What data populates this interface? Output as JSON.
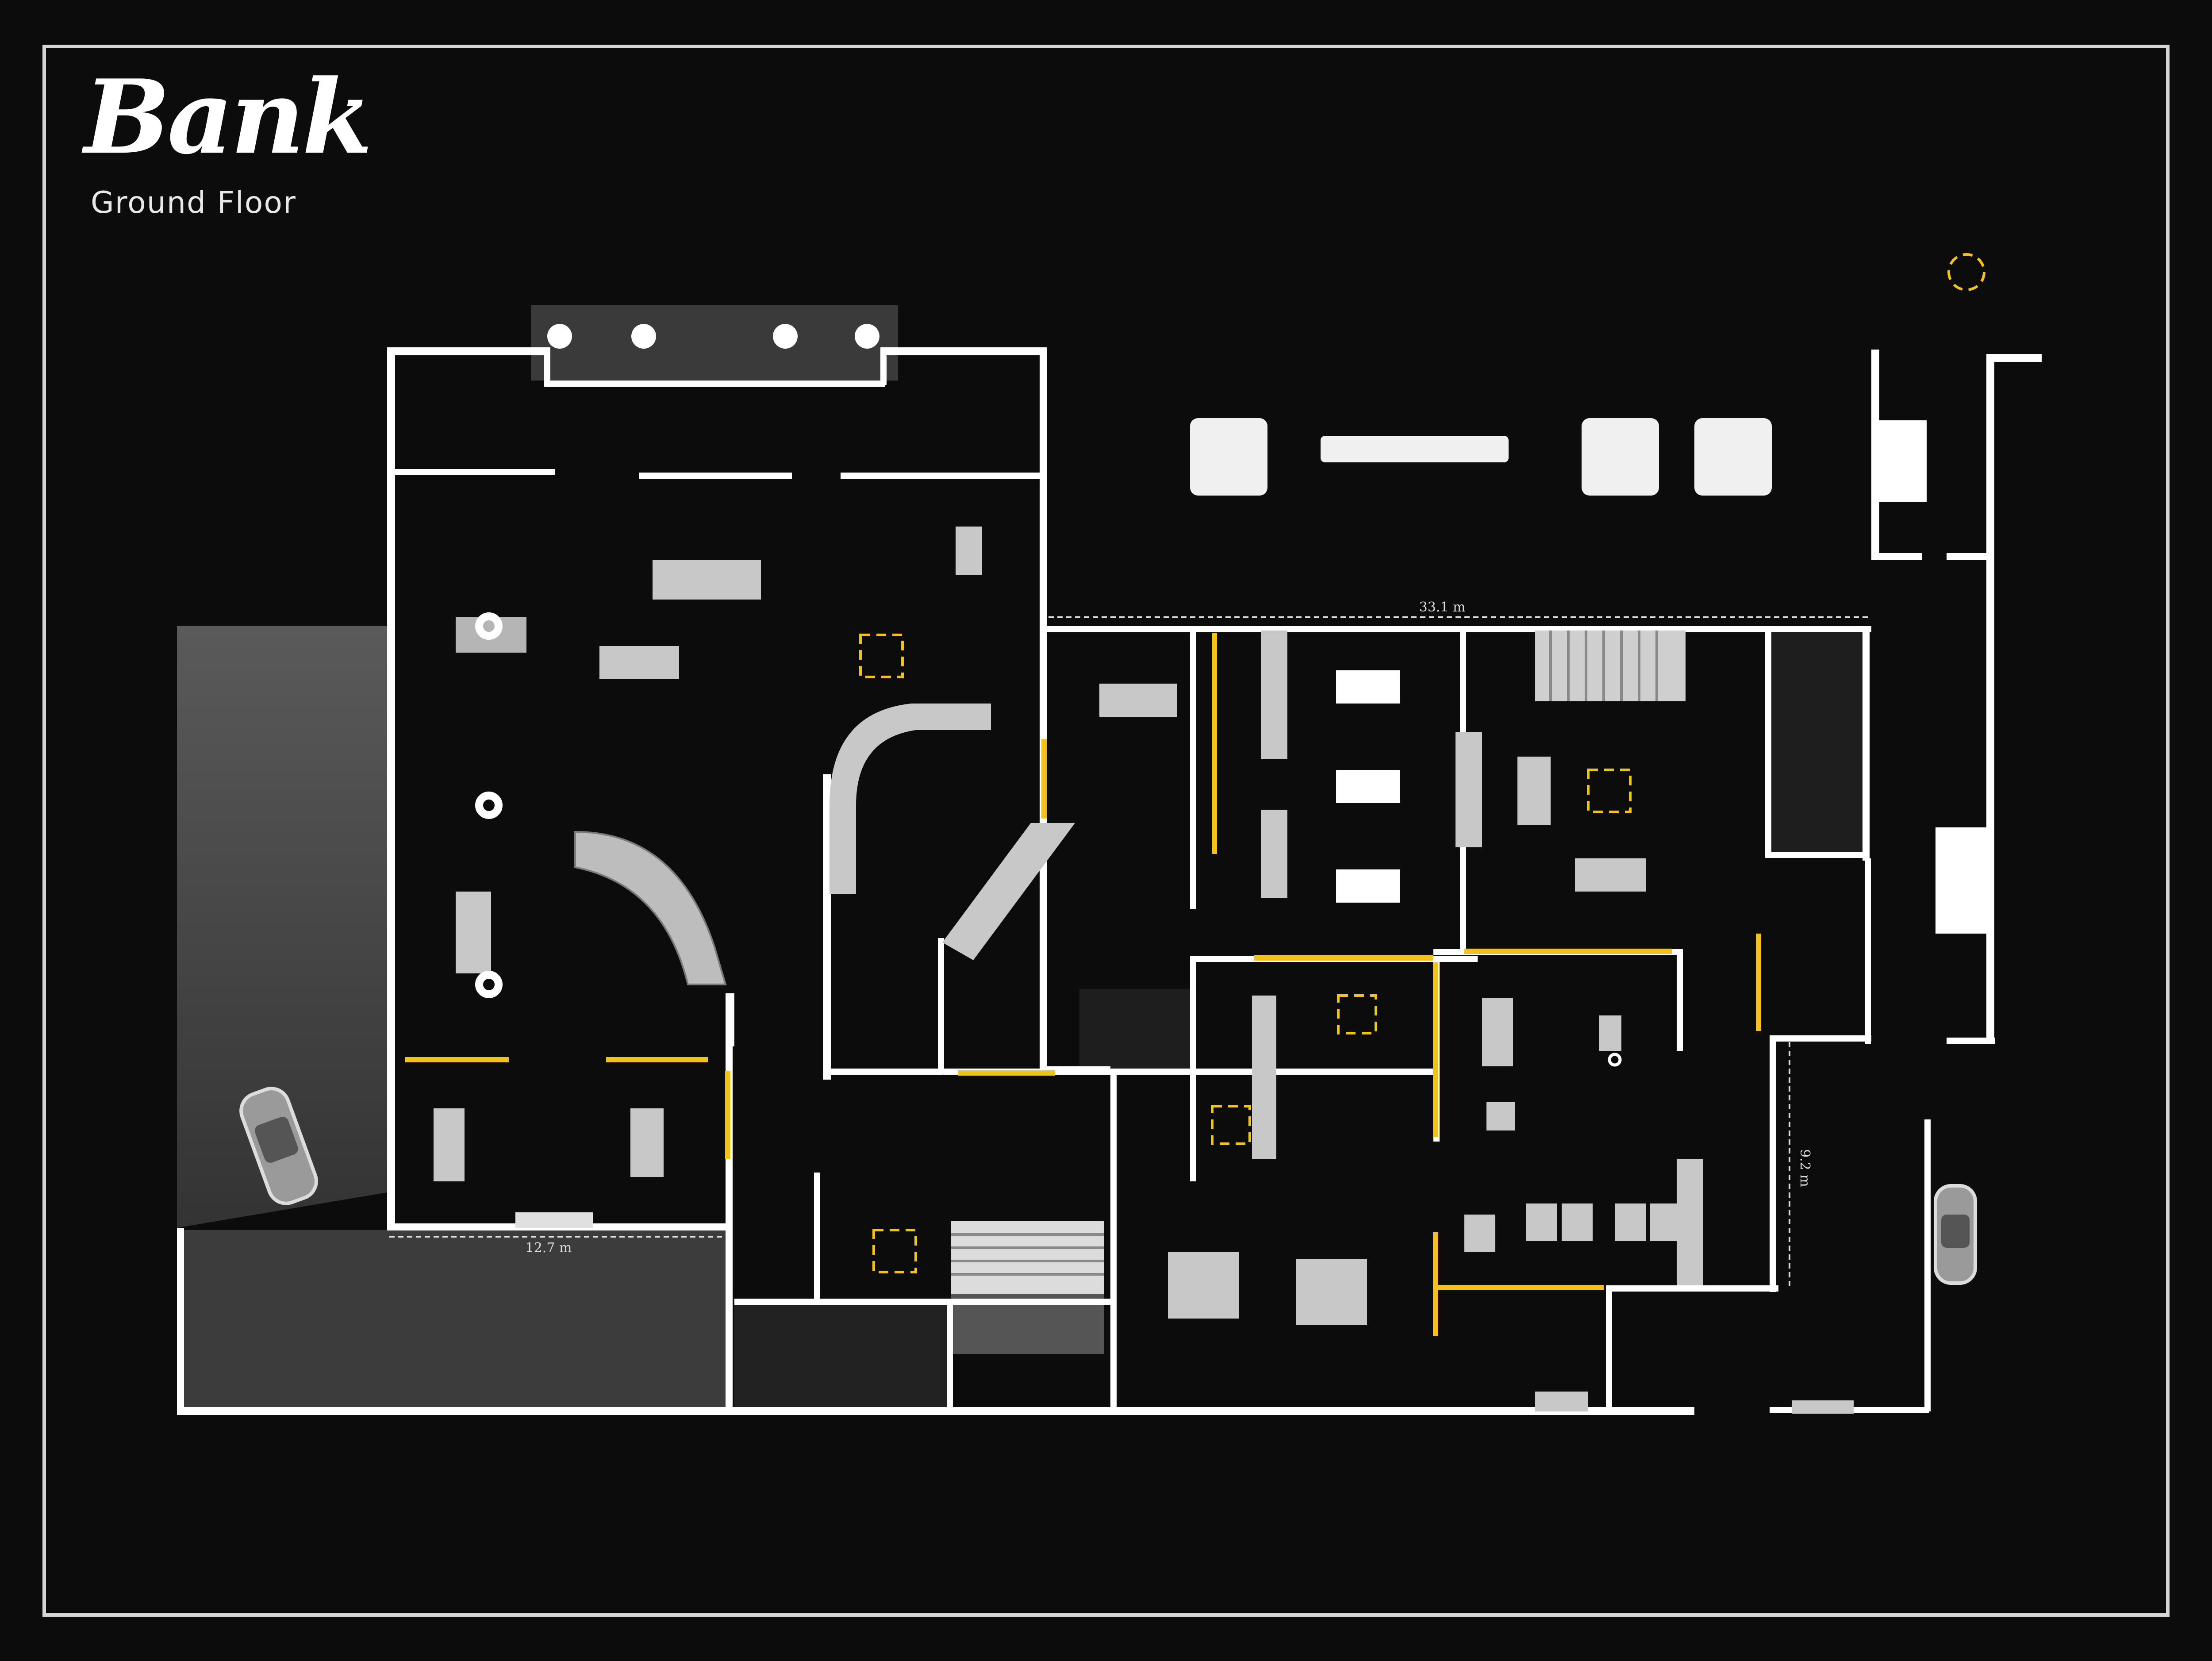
{
  "map": {
    "title": "Bank",
    "subtitle": "Ground Floor",
    "measurements": [
      {
        "label": "12.7 m"
      },
      {
        "label": "33.1 m"
      },
      {
        "label": "9.2 m"
      }
    ],
    "colors": {
      "background": "#0c0c0c",
      "wall": "#ffffff",
      "furniture": "#c8c8c8",
      "secured_door": "#f2c21b",
      "outdoor_zone": "#3a3a3a",
      "dark_room": "#1e1e1e"
    },
    "legend_icons": [
      "camera-icon",
      "car-icon",
      "staircase-icon",
      "spawn-marker-icon",
      "secured-door-icon"
    ]
  }
}
